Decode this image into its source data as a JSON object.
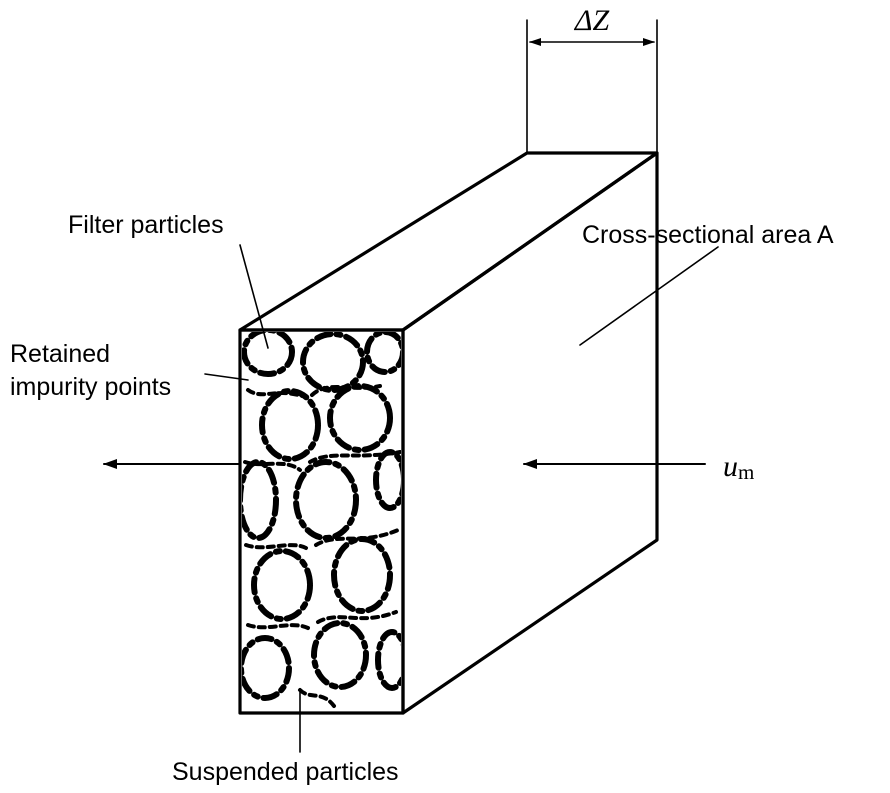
{
  "labels": {
    "delta_z": "ΔZ",
    "filter_particles": "Filter particles",
    "cross_section": "Cross-sectional area A",
    "retained_line1": "Retained",
    "retained_line2": "impurity points",
    "velocity_symbol": "u",
    "velocity_subscript": "m",
    "suspended": "Suspended particles"
  }
}
